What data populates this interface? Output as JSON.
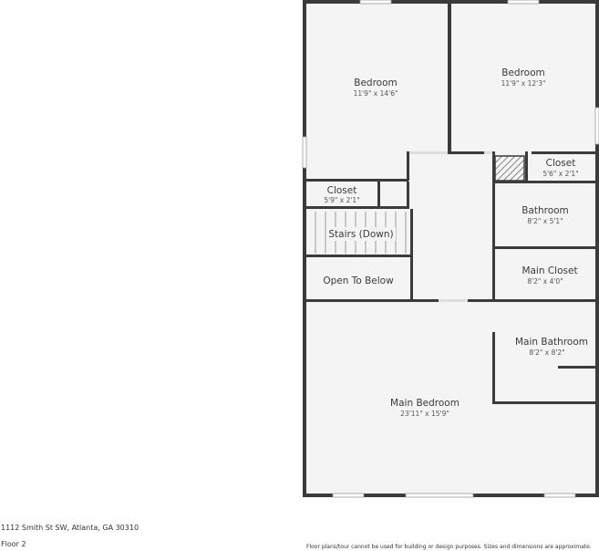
{
  "rooms": {
    "bedroom_left": {
      "name": "Bedroom",
      "dims": "11'9\" x 14'6\""
    },
    "bedroom_right": {
      "name": "Bedroom",
      "dims": "11'9\" x 12'3\""
    },
    "closet_right": {
      "name": "Closet",
      "dims": "5'6\" x 2'1\""
    },
    "closet_left": {
      "name": "Closet",
      "dims": "5'9\" x 2'1\""
    },
    "bathroom": {
      "name": "Bathroom",
      "dims": "8'2\" x 5'1\""
    },
    "stairs": {
      "name": "Stairs (Down)"
    },
    "open_to_below": {
      "name": "Open To Below"
    },
    "main_closet": {
      "name": "Main Closet",
      "dims": "8'2\" x 4'0\""
    },
    "main_bathroom": {
      "name": "Main Bathroom",
      "dims": "8'2\" x 8'2\""
    },
    "main_bedroom": {
      "name": "Main Bedroom",
      "dims": "23'11\" x 15'9\""
    }
  },
  "footer": {
    "address": "1112 Smith St SW, Atlanta, GA 30310",
    "floor": "Floor 2",
    "disclaimer": "Floor plans/tour cannot be used for building or design purposes. Sizes and dimensions are approximate."
  },
  "colors": {
    "wall": "#3b3b3b",
    "floor": "#f4f4f4",
    "window": "#cfcfcf"
  }
}
